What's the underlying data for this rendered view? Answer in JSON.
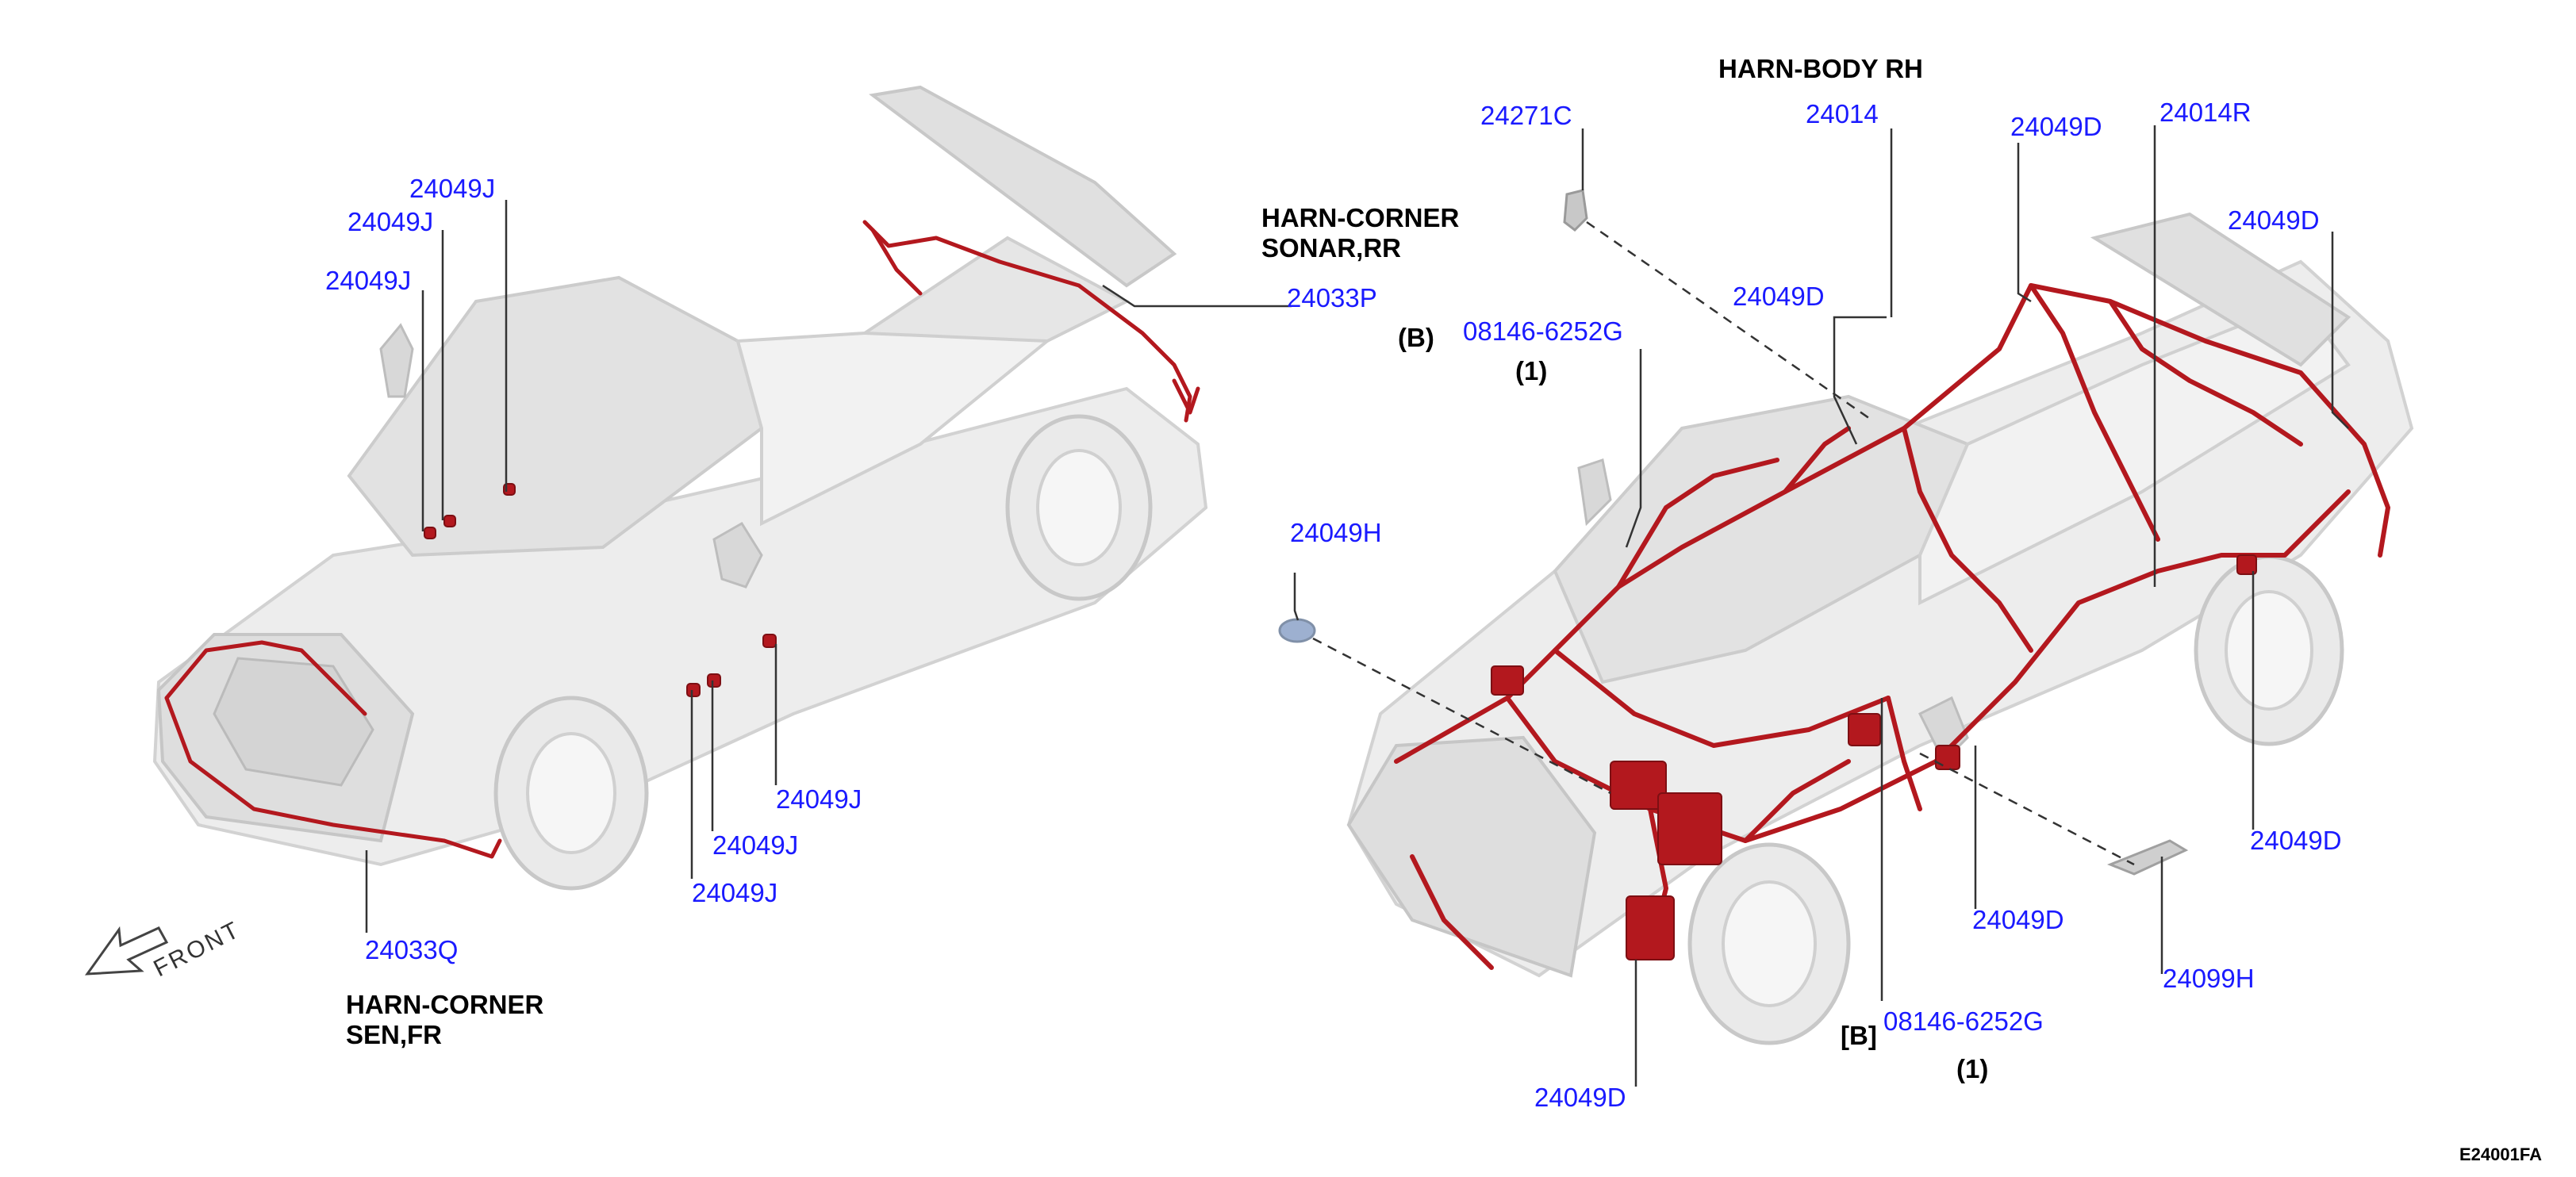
{
  "titles": {
    "harn_body_rh": "HARN-BODY RH",
    "harn_corner_sonar_rr": [
      "HARN-CORNER",
      "SONAR,RR"
    ],
    "harn_corner_sen_fr": [
      "HARN-CORNER",
      "SEN,FR"
    ]
  },
  "refs": {
    "b_paren": "(B)",
    "b_bracket": "[B]",
    "one_a": "(1)",
    "one_b": "(1)"
  },
  "front_label": "FRONT",
  "figure_code": "E24001FA",
  "part_numbers": {
    "p24049J_a": "24049J",
    "p24049J_b": "24049J",
    "p24049J_c": "24049J",
    "p24049J_d": "24049J",
    "p24049J_e": "24049J",
    "p24049J_f": "24049J",
    "p24033P": "24033P",
    "p24033Q": "24033Q",
    "p24271C": "24271C",
    "p24014": "24014",
    "p24049D_a": "24049D",
    "p24014R": "24014R",
    "p24049D_b": "24049D",
    "p24049D_c": "24049D",
    "p08146_a": "08146-6252G",
    "p24049H": "24049H",
    "p24049D_d": "24049D",
    "p24049D_e": "24049D",
    "p24049D_f": "24049D",
    "p08146_b": "08146-6252G",
    "p24099H": "24099H"
  },
  "colors": {
    "part_number_text": "#1a1aff",
    "harness": "#b3181e",
    "car_body": "#e9e9e9",
    "car_outline": "#cfcfcf"
  }
}
